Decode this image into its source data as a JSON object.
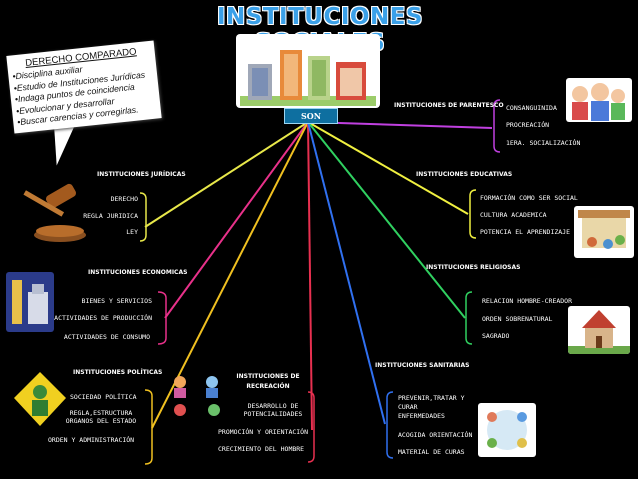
{
  "title": "INSTITUCIONES SOCIALES",
  "center": "SON",
  "callout": {
    "heading": "DERECHO COMPARADO",
    "items": [
      "•Disciplina auxiliar",
      "•Estudio de Instituciones Jurídicas",
      "•Indaga puntos de coincidencia",
      "•Evolucionar y desarrollar",
      "•Buscar carencias y corregirlas."
    ]
  },
  "branches": {
    "juridicas": {
      "label": "INSTITUCIONES JURÍDICAS",
      "items": [
        "DERECHO",
        "REGLA  JURIDICA",
        "LEY"
      ],
      "color": "#e8e84a"
    },
    "economicas": {
      "label": "INSTITUCIONES ECONOMICAS",
      "items": [
        "BIENES Y SERVICIOS",
        "ACTIVIDADES DE PRODUCCIÓN",
        "ACTIVIDADES DE CONSUMO"
      ],
      "color": "#e8318a"
    },
    "politicas": {
      "label": "INSTITUCIONES POLÍTICAS",
      "items": [
        "SOCIEDAD POLÍTICA",
        "REGLA,ESTRUCTURA\nORGANOS DEL ESTADO",
        "ORDEN Y ADMINISTRACIÓN"
      ],
      "color": "#f0c020"
    },
    "recreacion": {
      "label": "INSTITUCIONES DE\nRECREACIÓN",
      "items": [
        "DESARROLLO DE\nPOTENCIALIDADES",
        "PROMOCIÓN Y ORIENTACIÓN",
        "CRECIMIENTO DEL HOMBRE"
      ],
      "color": "#e83050"
    },
    "parentesco": {
      "label": "INSTITUCIONES DE PARENTESCO",
      "items": [
        "CONSANGUINIDA",
        "PROCREACIÓN",
        "1ERA. SOCIALIZACIÓN"
      ],
      "color": "#c040e0"
    },
    "educativas": {
      "label": "INSTITUCIONES  EDUCATIVAS",
      "items": [
        "FORMACIÓN COMO SER SOCIAL",
        "CULTURA ACADEMICA",
        "POTENCIA EL APRENDIZAJE"
      ],
      "color": "#e8e84a"
    },
    "religiosas": {
      "label": "INSTITUCIONES RELIGIOSAS",
      "items": [
        "RELACION HOMBRE-CREADOR",
        "ORDEN SOBRENATURAL",
        "SAGRADO"
      ],
      "color": "#30d060"
    },
    "sanitarias": {
      "label": "INSTITUCIONES SANITARIAS",
      "items": [
        "PREVENIR,TRATAR Y\nCURAR\nENFERMEDADES",
        "ACOGIDA ORIENTACIÓN",
        "MATERIAL DE CURAS"
      ],
      "color": "#3070f0"
    }
  },
  "line_colors": {
    "juridicas": "#e8e84a",
    "economicas": "#e8318a",
    "politicas": "#f0c020",
    "recreacion": "#e83050",
    "parentesco": "#c040e0",
    "educativas": "#f0f040",
    "religiosas": "#30d060",
    "sanitarias": "#3070f0"
  }
}
